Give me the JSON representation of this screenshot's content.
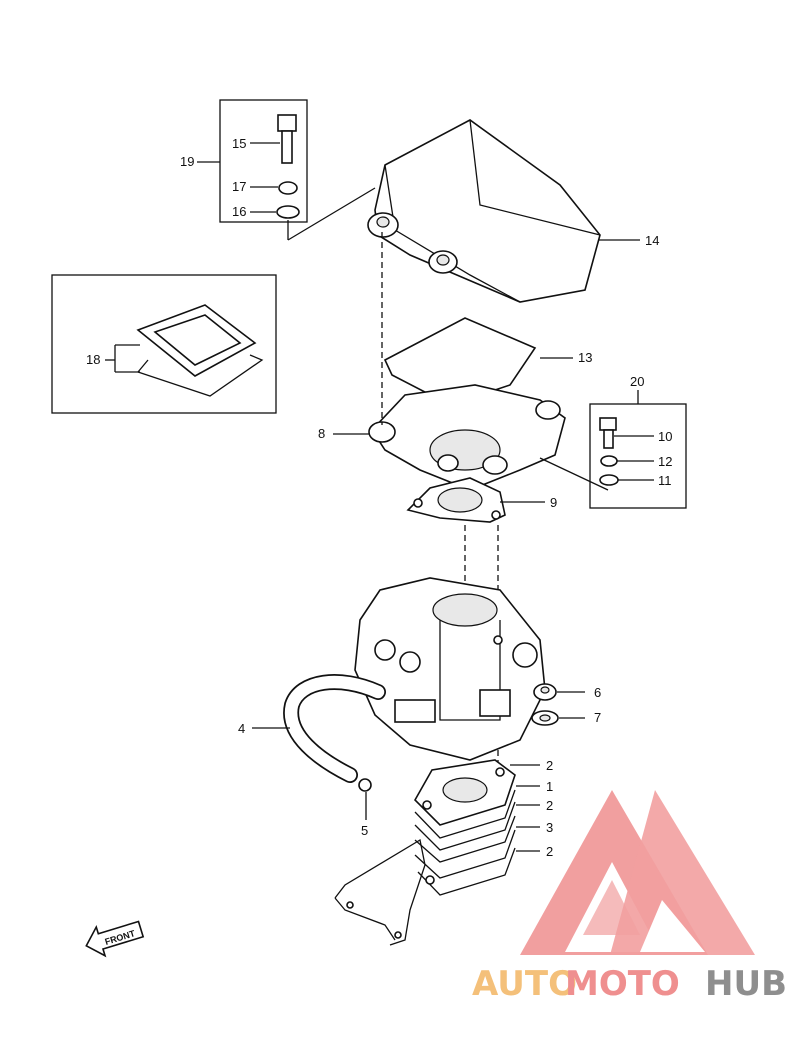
{
  "callouts": {
    "c1": "1",
    "c2a": "2",
    "c2b": "2",
    "c2c": "2",
    "c3": "3",
    "c4": "4",
    "c5": "5",
    "c6": "6",
    "c7": "7",
    "c8": "8",
    "c9": "9",
    "c10": "10",
    "c11": "11",
    "c12": "12",
    "c13": "13",
    "c14": "14",
    "c15": "15",
    "c16": "16",
    "c17": "17",
    "c18": "18",
    "c19": "19",
    "c20": "20"
  },
  "front_label": "FRONT",
  "watermark": {
    "auto": "AUTO",
    "moto": "MOTO",
    "hub": "HUB"
  },
  "colors": {
    "line": "#111111",
    "logo_red": "#ef8f8f",
    "logo_orange": "#f4c07a",
    "logo_gray": "#8e8e8e"
  }
}
